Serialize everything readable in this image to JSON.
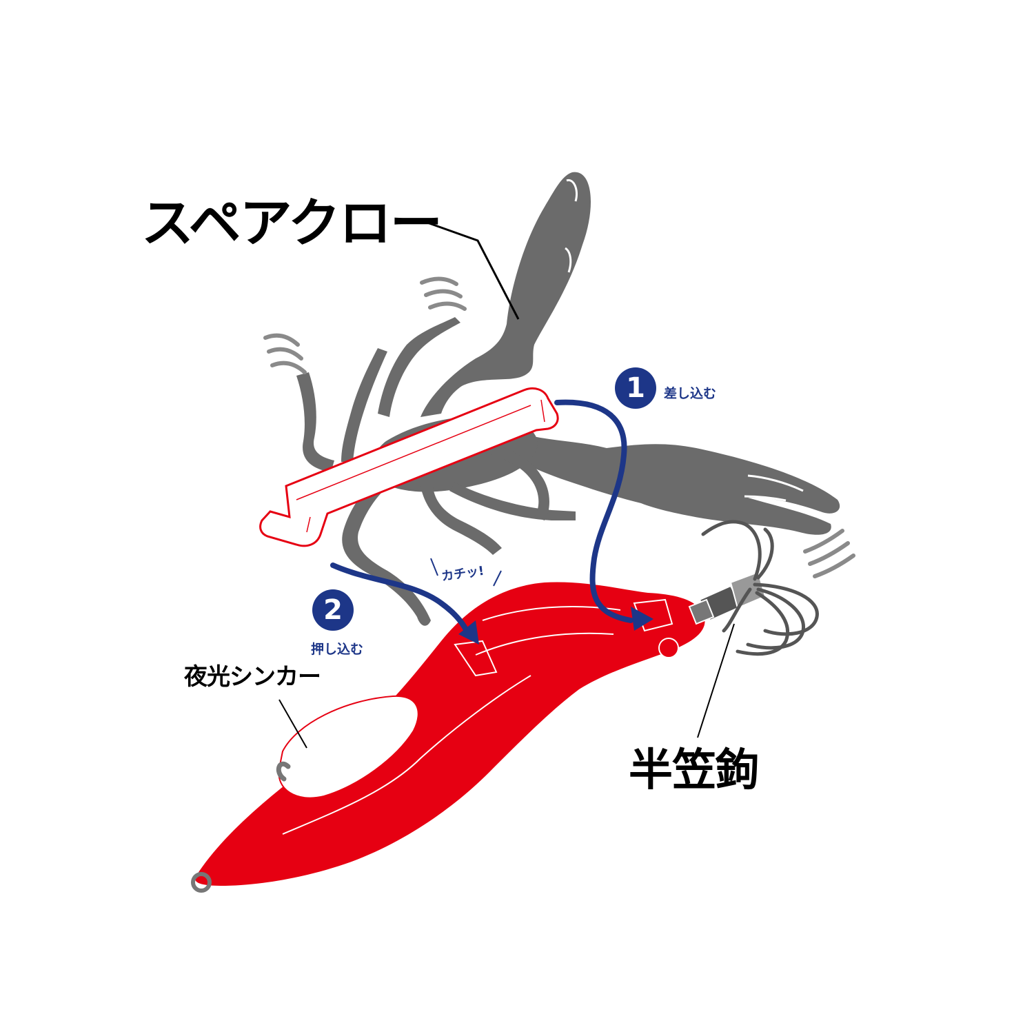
{
  "labels": {
    "spear_claw": "スペアクロー",
    "glow_sinker": "夜光シンカー",
    "hook": "半笠鉤",
    "step1_number": "1",
    "step1_text": "差し込む",
    "step2_number": "2",
    "step2_text": "押し込む",
    "click_sound": "カチッ!"
  },
  "colors": {
    "claw_gray": "#6b6b6b",
    "body_red": "#e60012",
    "arrow_blue": "#1d3688",
    "outline_red": "#e60012",
    "sinker_white": "#ffffff",
    "hook_gray": "#555555"
  },
  "icons": {
    "crayfish": "crayfish-silhouette-icon",
    "clip": "clip-outline-icon",
    "lure": "squid-jig-body-icon",
    "sinker": "glow-sinker-icon",
    "hooks": "umbrella-hook-icon",
    "vibration": "vibration-lines-icon"
  }
}
